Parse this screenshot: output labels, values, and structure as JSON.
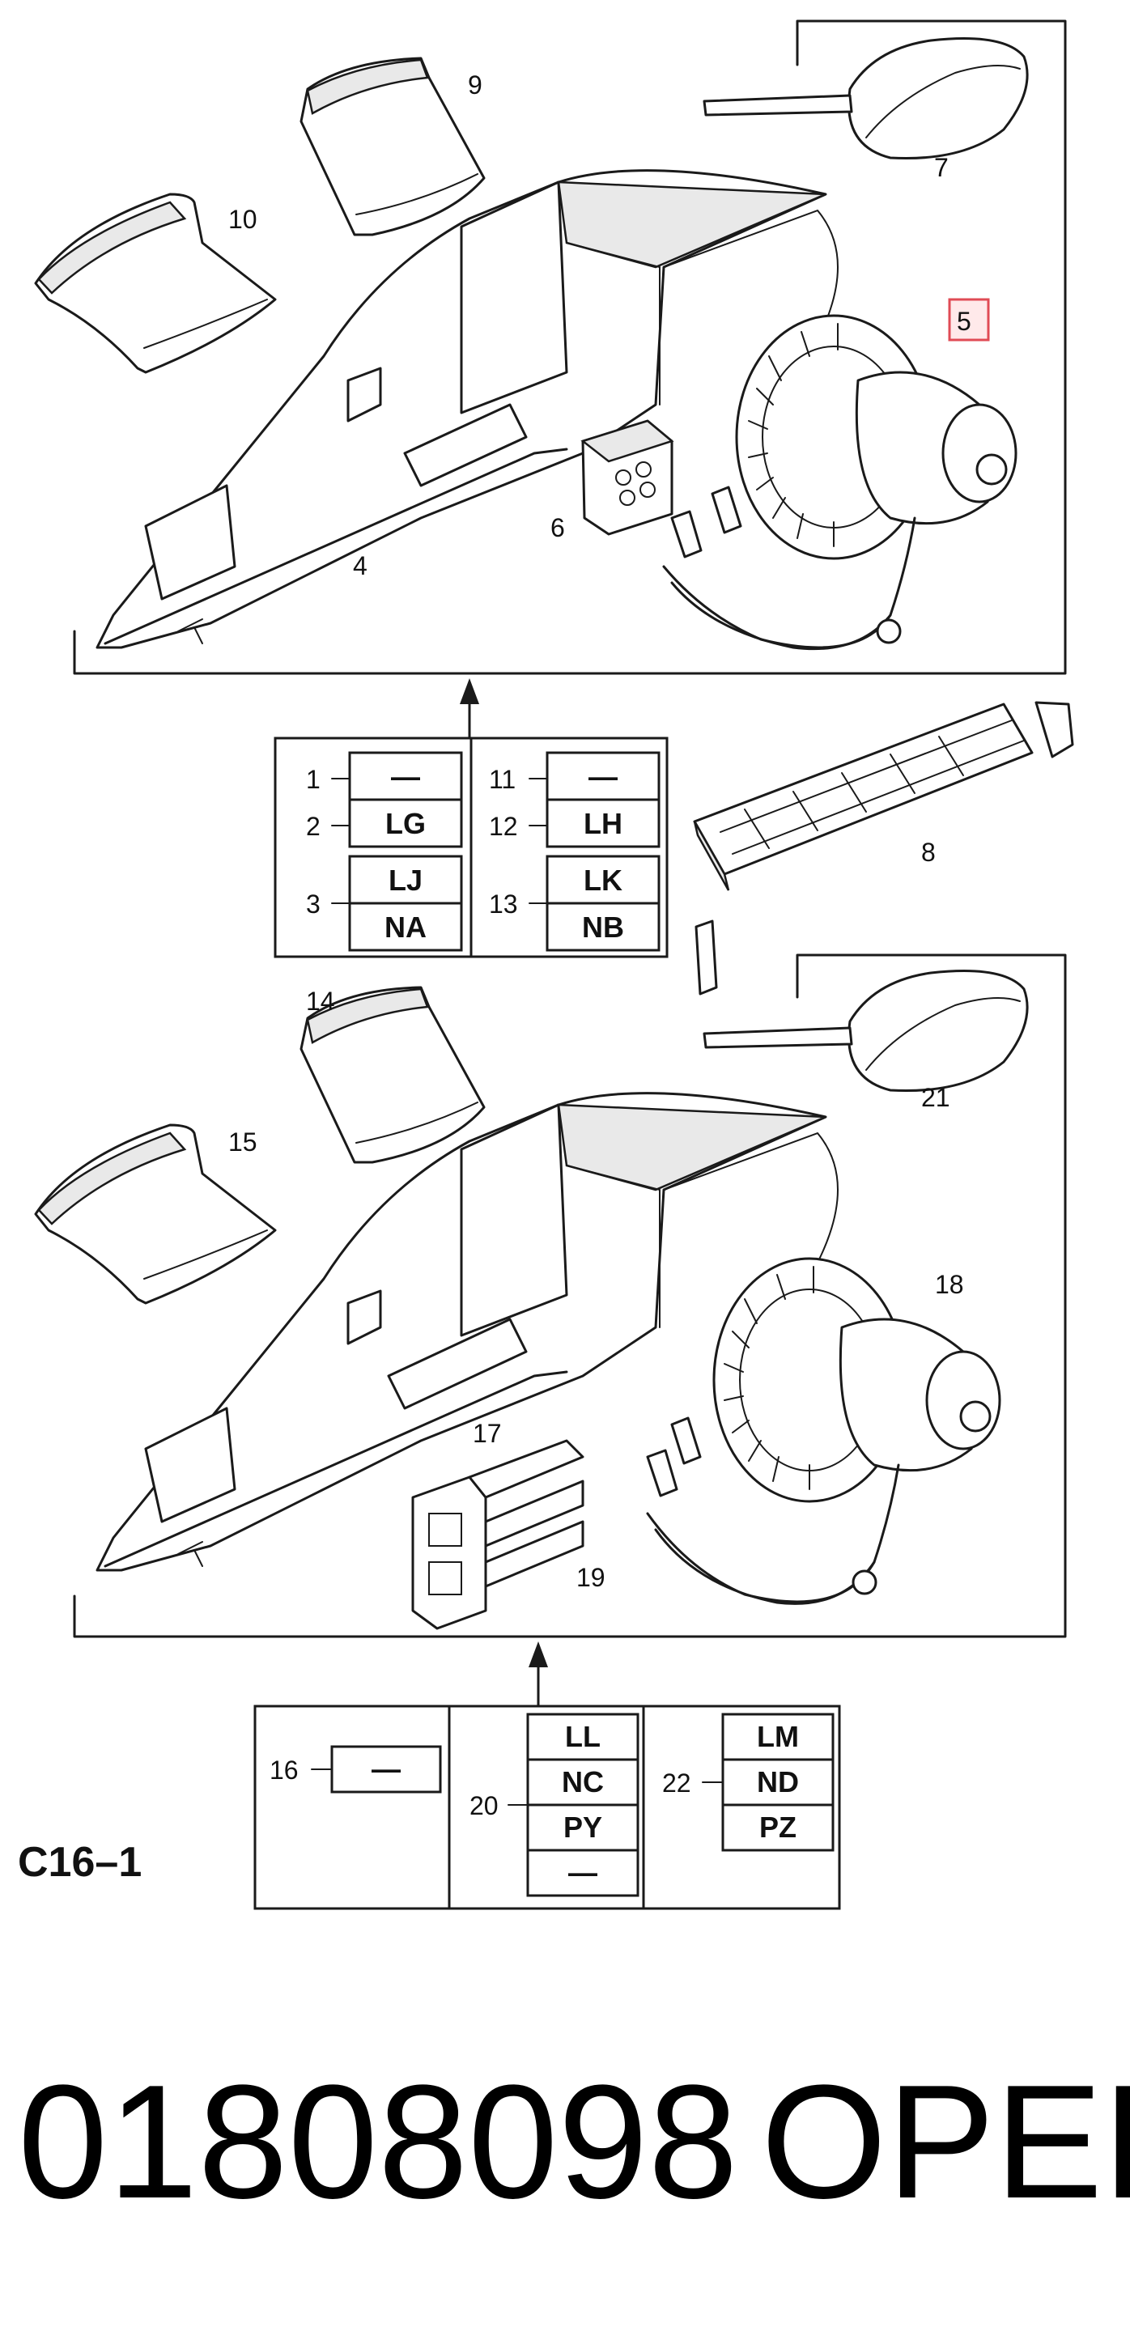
{
  "callouts": {
    "c1": "1",
    "c2": "2",
    "c3": "3",
    "c4": "4",
    "c5": "5",
    "c6": "6",
    "c7": "7",
    "c8": "8",
    "c9": "9",
    "c10": "10",
    "c11": "11",
    "c12": "12",
    "c13": "13",
    "c14": "14",
    "c15": "15",
    "c16": "16",
    "c17": "17",
    "c18": "18",
    "c19": "19",
    "c20": "20",
    "c21": "21",
    "c22": "22"
  },
  "highlighted_callout": "5",
  "table_upper": {
    "r1": "—",
    "r2": "LG",
    "r3a": "LJ",
    "r3b": "NA",
    "r11": "—",
    "r12": "LH",
    "r13a": "LK",
    "r13b": "NB"
  },
  "table_lower": {
    "r16": "—",
    "r20": [
      "LL",
      "NC",
      "PY",
      "—"
    ],
    "r22": [
      "LM",
      "ND",
      "PZ"
    ]
  },
  "reference": "C16–1",
  "part_number": "01808098",
  "brand": "OPEL",
  "colors": {
    "highlight_border": "#e04b55",
    "highlight_fill": "#ffe9ea",
    "line": "#1a1a1a"
  }
}
